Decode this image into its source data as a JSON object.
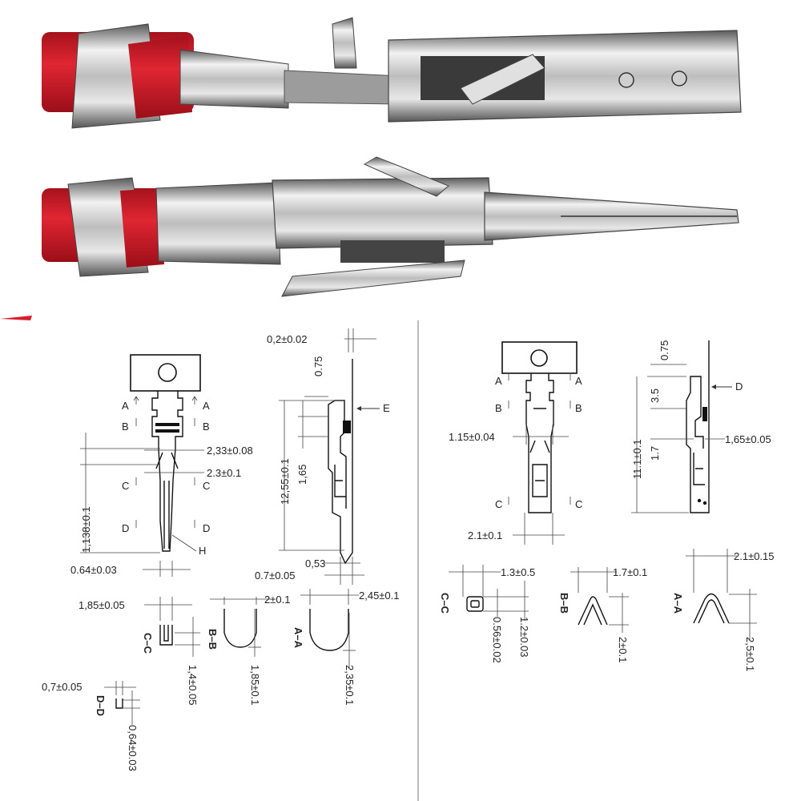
{
  "colors": {
    "wire_red": "#d81e2a",
    "metal_light": "#e6e6e6",
    "metal_dark": "#6b6b6b",
    "ink": "#222222",
    "photo_bg": "#ffffff"
  },
  "photo": {
    "top": "crimped female terminal on red wire",
    "bottom": "crimped male pin terminal on red wire"
  },
  "left_drawing": {
    "section_markers": {
      "a": "A",
      "b": "B",
      "c": "C",
      "d": "D",
      "e": "E",
      "h": "H"
    },
    "dims": {
      "width_233": "2,33±0.08",
      "width_23": "2.3±0.1",
      "length_1138": "1,138±0.1",
      "tip_064": "0.64±0.03",
      "thick_02": "0,2±0.02",
      "top_075": "0.75",
      "len_1255": "12,55±0.1",
      "len_165": "1,65",
      "tip_053": "0,53",
      "tip_07": "0.7±0.05"
    },
    "sections": {
      "cc": {
        "name": "C–C",
        "w": "1,85±0.05",
        "h": "1,4±0.05"
      },
      "bb": {
        "name": "B–B",
        "w": "2±0.1",
        "h": "1,85±0.1"
      },
      "aa": {
        "name": "A–A",
        "w": "2,45±0.1",
        "h": "2,35±0.1"
      },
      "dd": {
        "name": "D–D",
        "w": "0,7±0.05",
        "h": "0,64±0.03"
      }
    }
  },
  "right_drawing": {
    "section_markers": {
      "a": "A",
      "b": "B",
      "c": "C",
      "d": "D"
    },
    "dims": {
      "width_115": "1.15±0.04",
      "width_21": "2.1±0.1",
      "top_075": "0.75",
      "len_35": "3.5",
      "len_17": "1.7",
      "len_111": "11.1±0.1",
      "width_165": "1,65±0.05"
    },
    "sections": {
      "cc": {
        "name": "C–C",
        "w": "1.3±0.5",
        "h1": "0.56±0.02",
        "h2": "1.2±0.03"
      },
      "bb": {
        "name": "B–B",
        "w": "1.7±0.1",
        "h": "2±0.1"
      },
      "aa": {
        "name": "A–A",
        "w": "2.1±0.15",
        "h": "2,5±0.1"
      }
    }
  }
}
